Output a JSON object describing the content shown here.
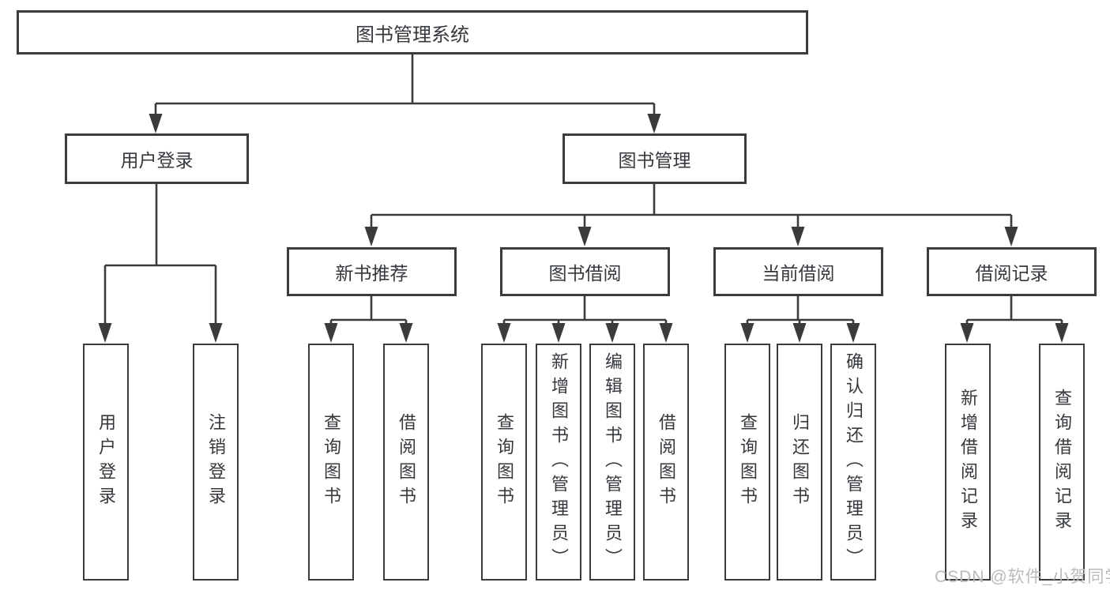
{
  "diagram": {
    "title": "图书管理系统",
    "level2": [
      {
        "label": "用户登录"
      },
      {
        "label": "图书管理"
      }
    ],
    "level3": [
      {
        "label": "新书推荐"
      },
      {
        "label": "图书借阅"
      },
      {
        "label": "当前借阅"
      },
      {
        "label": "借阅记录"
      }
    ],
    "leaves": [
      {
        "label": "用户登录",
        "parent": "用户登录"
      },
      {
        "label": "注销登录",
        "parent": "用户登录"
      },
      {
        "label": "查询图书",
        "parent": "新书推荐"
      },
      {
        "label": "借阅图书",
        "parent": "新书推荐"
      },
      {
        "label": "查询图书",
        "parent": "图书借阅"
      },
      {
        "label": "新增图书（管理员）",
        "parent": "图书借阅"
      },
      {
        "label": "编辑图书（管理员）",
        "parent": "图书借阅"
      },
      {
        "label": "借阅图书",
        "parent": "图书借阅"
      },
      {
        "label": "查询图书",
        "parent": "当前借阅"
      },
      {
        "label": "归还图书",
        "parent": "当前借阅"
      },
      {
        "label": "确认归还（管理员）",
        "parent": "当前借阅"
      },
      {
        "label": "新增借阅记录",
        "parent": "借阅记录"
      },
      {
        "label": "查询借阅记录",
        "parent": "借阅记录"
      }
    ],
    "watermark": "CSDN @软件_小贺同学",
    "colors": {
      "line": "#3b3b3b",
      "text": "#35393d",
      "watermark": "#b9babe",
      "background": "#ffffff"
    }
  }
}
